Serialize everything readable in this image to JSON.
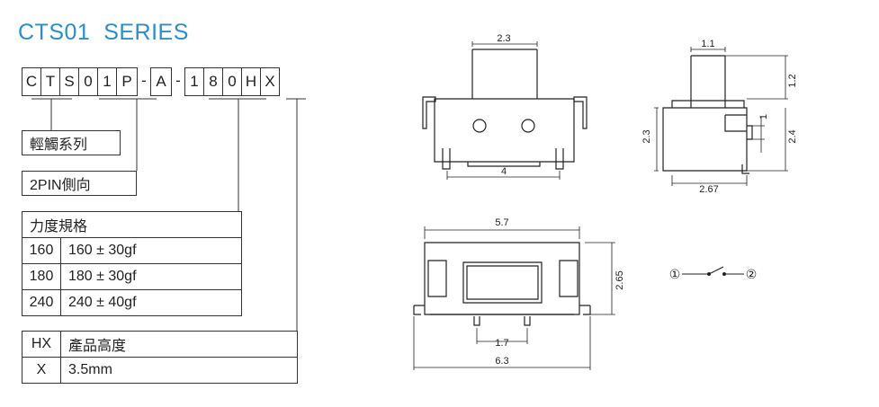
{
  "title": "CTS01  SERIES",
  "part_number": {
    "groups": [
      [
        "C",
        "T",
        "S",
        "0",
        "1",
        "P"
      ],
      [
        "A"
      ],
      [
        "1",
        "8",
        "0",
        "H",
        "X"
      ]
    ]
  },
  "legend": {
    "type": {
      "label": "輕觸系列"
    },
    "direction": {
      "label": "2PIN側向"
    },
    "force": {
      "header": "力度規格",
      "rows": [
        {
          "code": "160",
          "value": "160 ± 30gf"
        },
        {
          "code": "180",
          "value": "180 ± 30gf"
        },
        {
          "code": "240",
          "value": "240 ± 40gf"
        }
      ]
    },
    "height": {
      "header_code": "HX",
      "header_label": "產品高度",
      "rows": [
        {
          "code": "X",
          "value": "3.5mm"
        }
      ]
    }
  },
  "dimensions": {
    "front_top": "2.3",
    "front_pin": "4",
    "side_top": "1.1",
    "side_right_top": "1.2",
    "side_right_small": "1",
    "side_left": "2.3",
    "side_right": "2.4",
    "side_bottom": "2.67",
    "bottom_top": "5.7",
    "bottom_right": "2.65",
    "bottom_pins": "1.7",
    "bottom_total": "6.3"
  },
  "circuit": {
    "pin1": "①",
    "pin2": "②"
  },
  "colors": {
    "title": "#2a8fc9",
    "lines": "#222222"
  }
}
